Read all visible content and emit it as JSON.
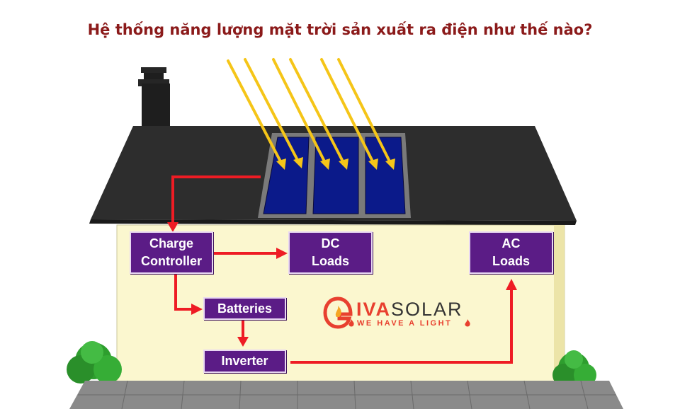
{
  "title": "Hệ thống năng lượng mặt trời sản xuất ra điện như thế nào?",
  "boxes": {
    "charge_controller": "Charge\nController",
    "dc_loads": "DC\nLoads",
    "ac_loads": "AC\nLoads",
    "batteries": "Batteries",
    "inverter": "Inverter"
  },
  "logo": {
    "first_letter": "G",
    "iva": "IVA",
    "solar": "SOLAR",
    "tagline": "WE HAVE A LIGHT"
  },
  "colors": {
    "title": "#8b1a1a",
    "box_fill": "#5b1c86",
    "arrow": "#ee1c24",
    "sunray": "#f5c518",
    "panel": "#0b1a8a",
    "roof": "#2d2d2d",
    "wall": "#fbf7cf",
    "logo_accent": "#e8402f"
  },
  "icons": [
    "chimney-icon",
    "solar-panel-icon",
    "sun-ray-icon",
    "bush-icon",
    "flame-icon"
  ]
}
